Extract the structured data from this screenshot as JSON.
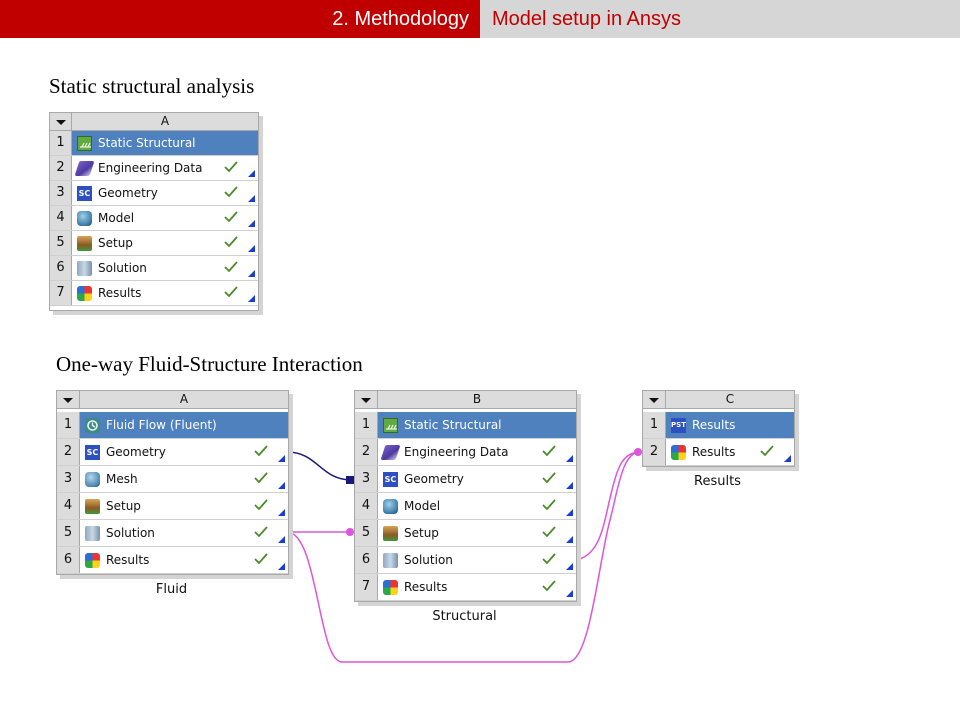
{
  "header": {
    "section": "2. Methodology",
    "topic": "Model setup in Ansys"
  },
  "static_section": {
    "title": "Static structural analysis",
    "system": {
      "letter": "A",
      "rows": [
        {
          "num": "1",
          "label": "Static Structural",
          "icon": "static-structural-icon",
          "check": false
        },
        {
          "num": "2",
          "label": "Engineering Data",
          "icon": "engineering-data-icon",
          "check": true
        },
        {
          "num": "3",
          "label": "Geometry",
          "icon": "geometry-sc-icon",
          "check": true
        },
        {
          "num": "4",
          "label": "Model",
          "icon": "model-icon",
          "check": true
        },
        {
          "num": "5",
          "label": "Setup",
          "icon": "setup-icon",
          "check": true
        },
        {
          "num": "6",
          "label": "Solution",
          "icon": "solution-icon",
          "check": true
        },
        {
          "num": "7",
          "label": "Results",
          "icon": "results-icon",
          "check": true
        }
      ]
    }
  },
  "fsi_section": {
    "title": "One-way Fluid-Structure Interaction",
    "systems": [
      {
        "letter": "A",
        "caption": "Fluid",
        "rows": [
          {
            "num": "1",
            "label": "Fluid Flow (Fluent)",
            "icon": "fluent-icon",
            "check": false
          },
          {
            "num": "2",
            "label": "Geometry",
            "icon": "geometry-sc-icon",
            "check": true
          },
          {
            "num": "3",
            "label": "Mesh",
            "icon": "mesh-icon",
            "check": true
          },
          {
            "num": "4",
            "label": "Setup",
            "icon": "setup-icon",
            "check": true
          },
          {
            "num": "5",
            "label": "Solution",
            "icon": "solution-icon",
            "check": true
          },
          {
            "num": "6",
            "label": "Results",
            "icon": "results-icon",
            "check": true
          }
        ]
      },
      {
        "letter": "B",
        "caption": "Structural",
        "rows": [
          {
            "num": "1",
            "label": "Static Structural",
            "icon": "static-structural-icon",
            "check": false
          },
          {
            "num": "2",
            "label": "Engineering Data",
            "icon": "engineering-data-icon",
            "check": true
          },
          {
            "num": "3",
            "label": "Geometry",
            "icon": "geometry-sc-icon",
            "check": true
          },
          {
            "num": "4",
            "label": "Model",
            "icon": "model-icon",
            "check": true
          },
          {
            "num": "5",
            "label": "Setup",
            "icon": "setup-icon",
            "check": true
          },
          {
            "num": "6",
            "label": "Solution",
            "icon": "solution-icon",
            "check": true
          },
          {
            "num": "7",
            "label": "Results",
            "icon": "results-icon",
            "check": true
          }
        ]
      },
      {
        "letter": "C",
        "caption": "Results",
        "rows": [
          {
            "num": "1",
            "label": "Results",
            "icon": "pst-results-icon",
            "check": false
          },
          {
            "num": "2",
            "label": "Results",
            "icon": "results-icon",
            "check": true
          }
        ]
      }
    ]
  },
  "colors": {
    "header_red": "#c00000",
    "header_grey": "#d6d6d6",
    "selected_row": "#4e81bd",
    "check_green": "#4a8a2a",
    "status_blue": "#1a3fd0",
    "link_geometry": "#1a1a7a",
    "link_data": "#dd55dd"
  }
}
